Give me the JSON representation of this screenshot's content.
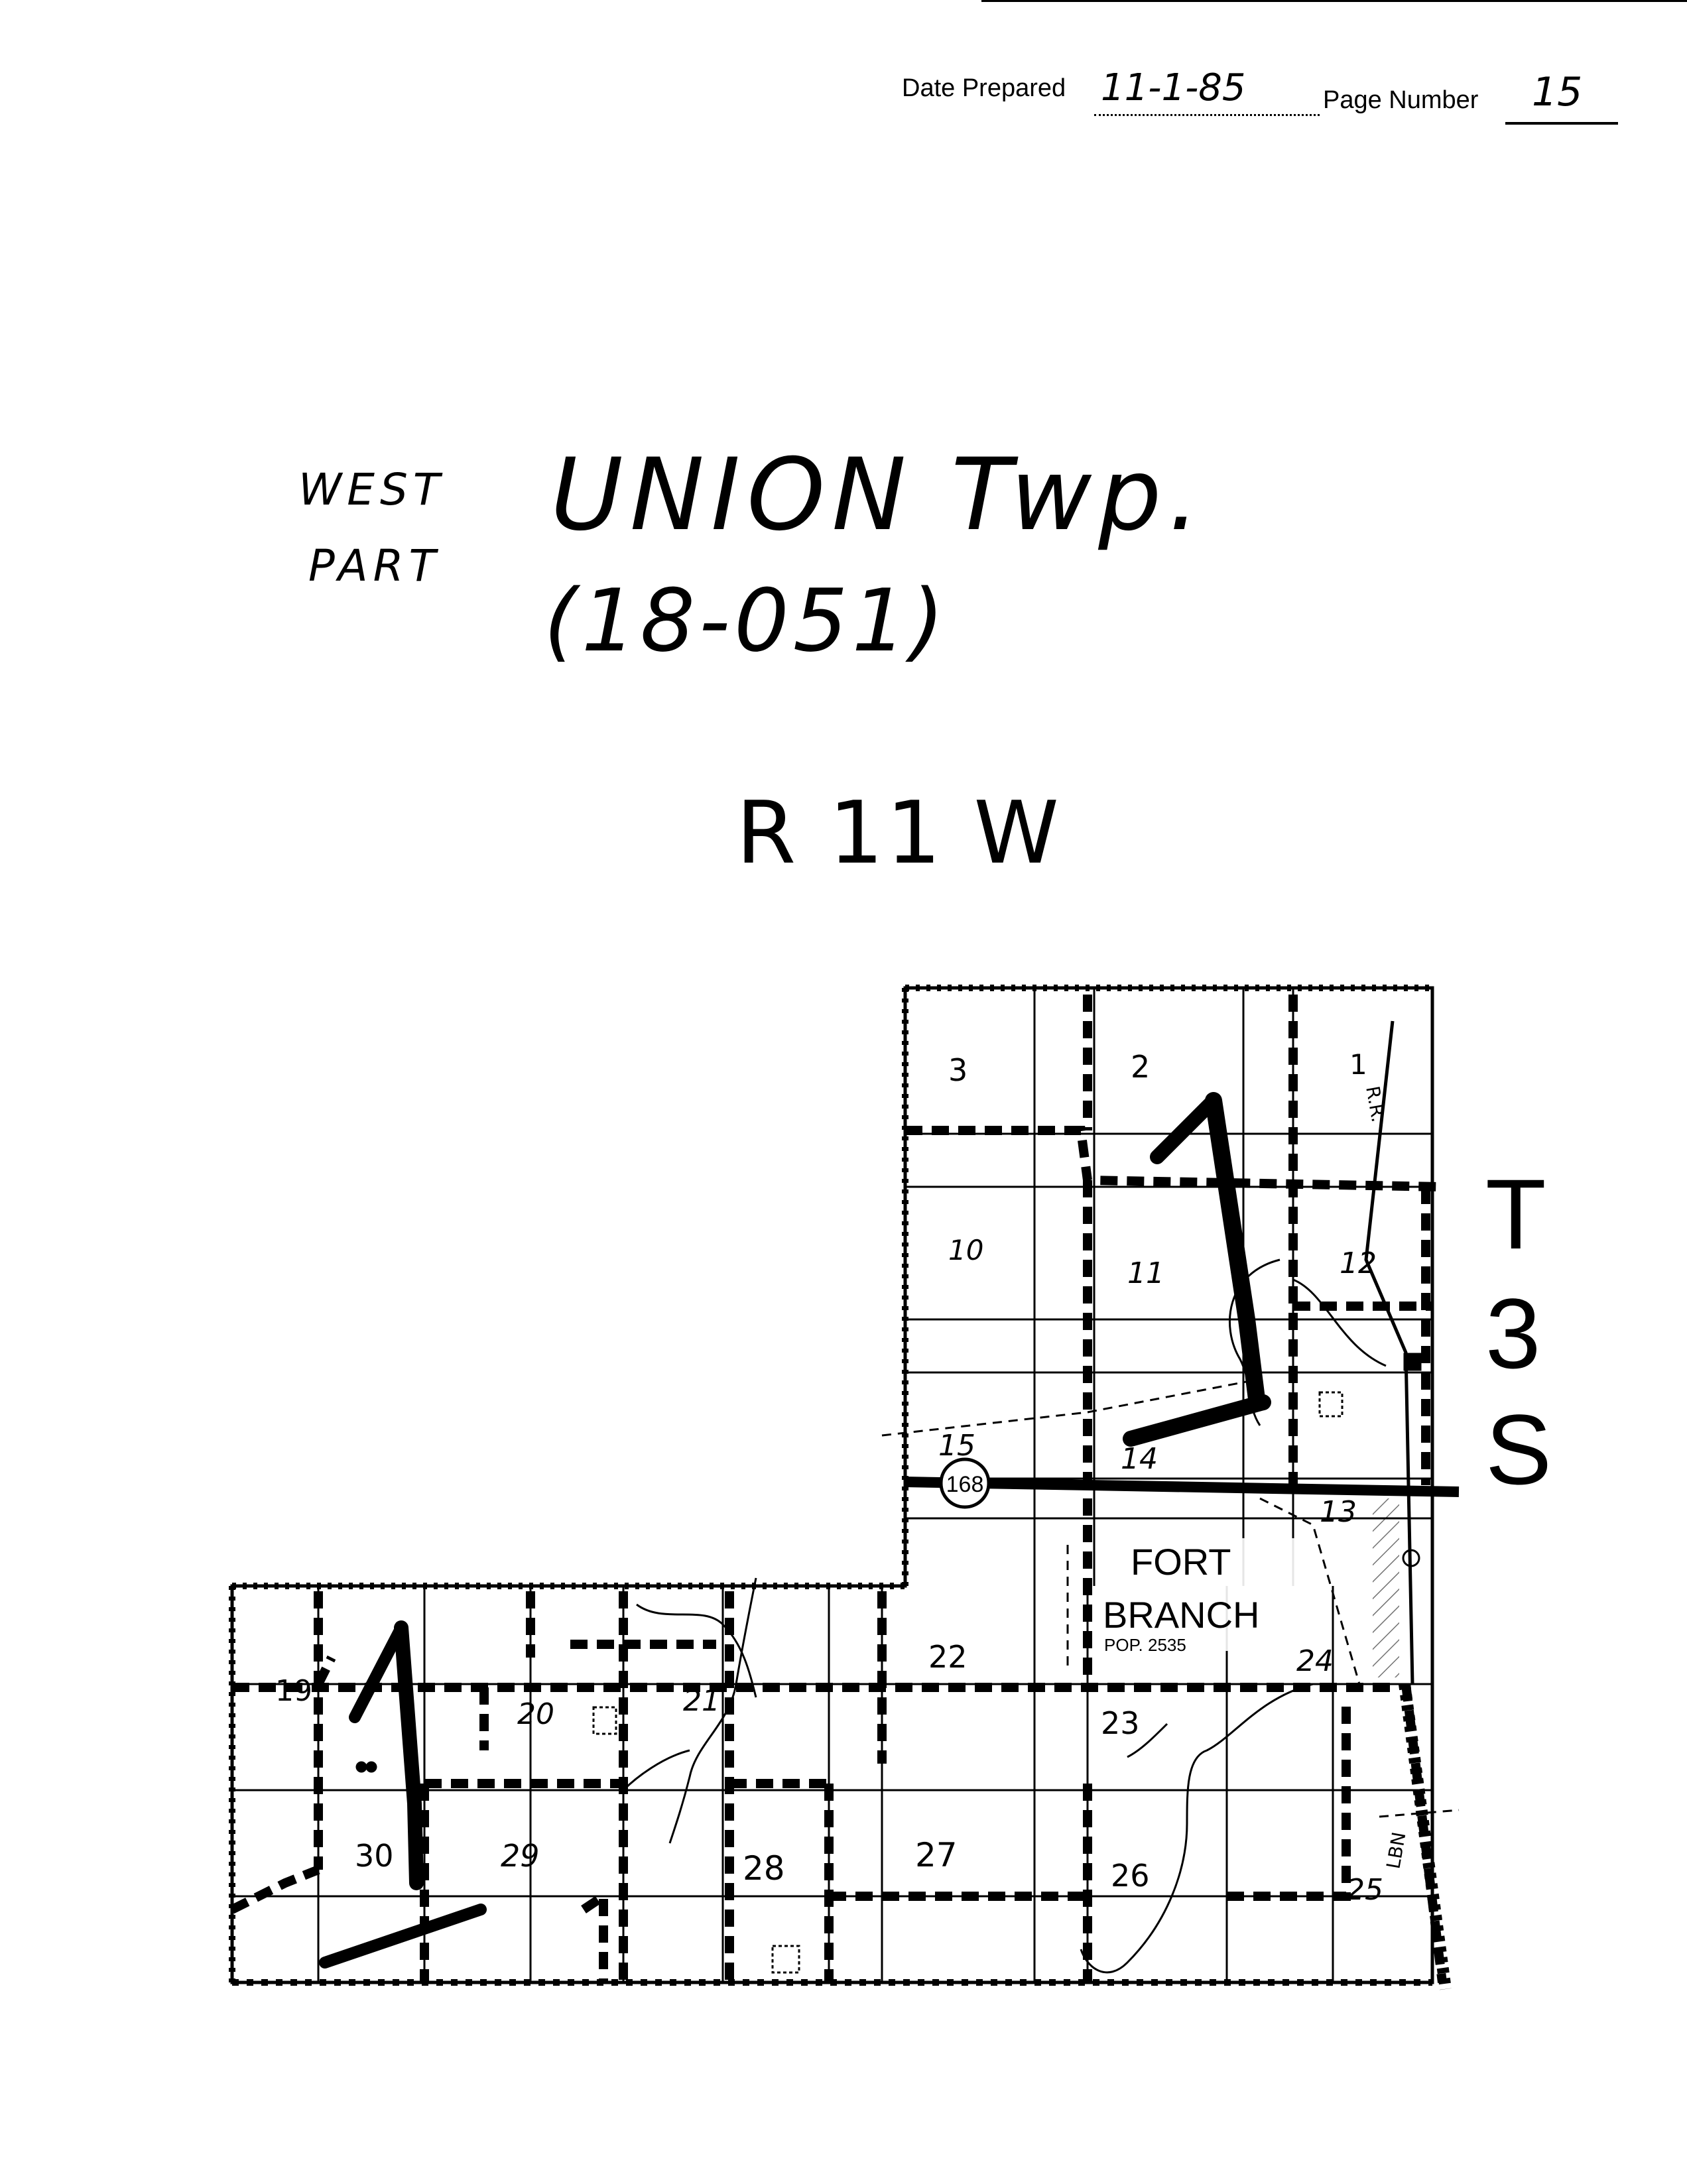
{
  "header": {
    "date_label": "Date Prepared",
    "date_value": "11-1-85",
    "page_label": "Page Number",
    "page_value": "15"
  },
  "title": {
    "part_line1": "WEST",
    "part_line2": "PART",
    "name": "UNION Twp.",
    "code": "(18-051)",
    "range": "R 11 W"
  },
  "township": {
    "letters": [
      "T",
      "3",
      "S"
    ]
  },
  "map": {
    "sections": [
      "1",
      "2",
      "3",
      "10",
      "11",
      "12",
      "13",
      "14",
      "15",
      "19",
      "20",
      "21",
      "22",
      "23",
      "24",
      "25",
      "26",
      "27",
      "28",
      "29",
      "30"
    ],
    "town_name_line1": "FORT",
    "town_name_line2": "BRANCH",
    "town_population": "POP. 2535",
    "route_number": "168",
    "railroad_label": "R.R.",
    "lbn_label": "LBN",
    "area_markers": [
      "1",
      "1"
    ]
  }
}
